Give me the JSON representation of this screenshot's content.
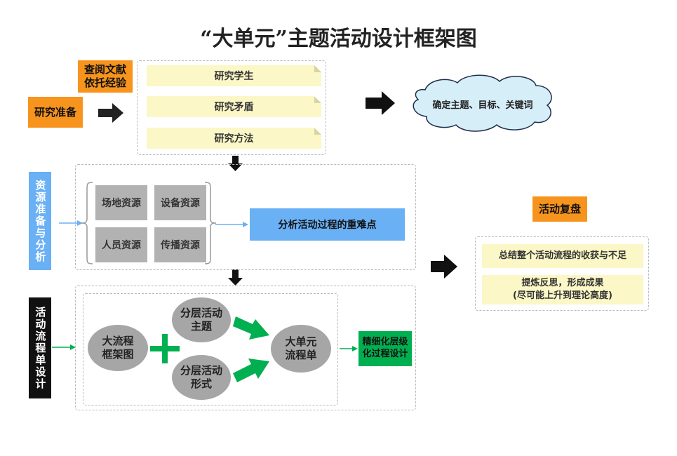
{
  "title": "“大单元”主题活动设计框架图",
  "prep": {
    "label": "研究准备",
    "reference": "查阅文献\n依托经验",
    "items": [
      "研究学生",
      "研究矛盾",
      "研究方法"
    ],
    "outcome": "确定主题、目标、关键词"
  },
  "resources": {
    "label": "资源准备与分析",
    "items": [
      "场地资源",
      "设备资源",
      "人员资源",
      "传播资源"
    ],
    "analysis": "分析活动过程的重难点"
  },
  "flow": {
    "label": "活动流程单设计",
    "big_framework": "大流程\n框架图",
    "theme": "分层活动\n主题",
    "form": "分层活动\n形式",
    "unit_flow": "大单元\n流程单",
    "refined": "精细化层级\n化过程设计"
  },
  "review": {
    "label": "活动复盘",
    "items": [
      "总结整个活动流程的收获与不足",
      "提炼反思，形成成果\n(尽可能上升到理论高度)"
    ]
  },
  "colors": {
    "orange": "#f7941d",
    "blue": "#6ab0f5",
    "green": "#00b050",
    "note": "#fbf7c6",
    "grey": "#b2b2b2",
    "cloud": "#d6eef8"
  }
}
